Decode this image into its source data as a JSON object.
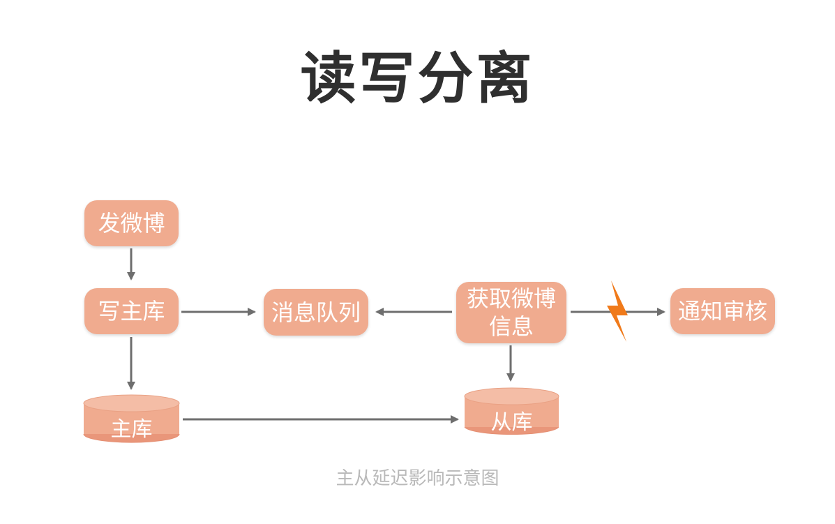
{
  "title": "读写分离",
  "nodes": {
    "post_weibo": "发微博",
    "write_master": "写主库",
    "message_queue": "消息队列",
    "get_weibo_info": "获取微博信息",
    "notify_review": "通知审核"
  },
  "databases": {
    "master": "主库",
    "slave": "从库"
  },
  "caption": "主从延迟影响示意图",
  "colors": {
    "node_fill": "#f0ab8f",
    "arrow": "#6e6e6e",
    "lightning": "#f07a1a",
    "caption": "#b9b9b9"
  }
}
